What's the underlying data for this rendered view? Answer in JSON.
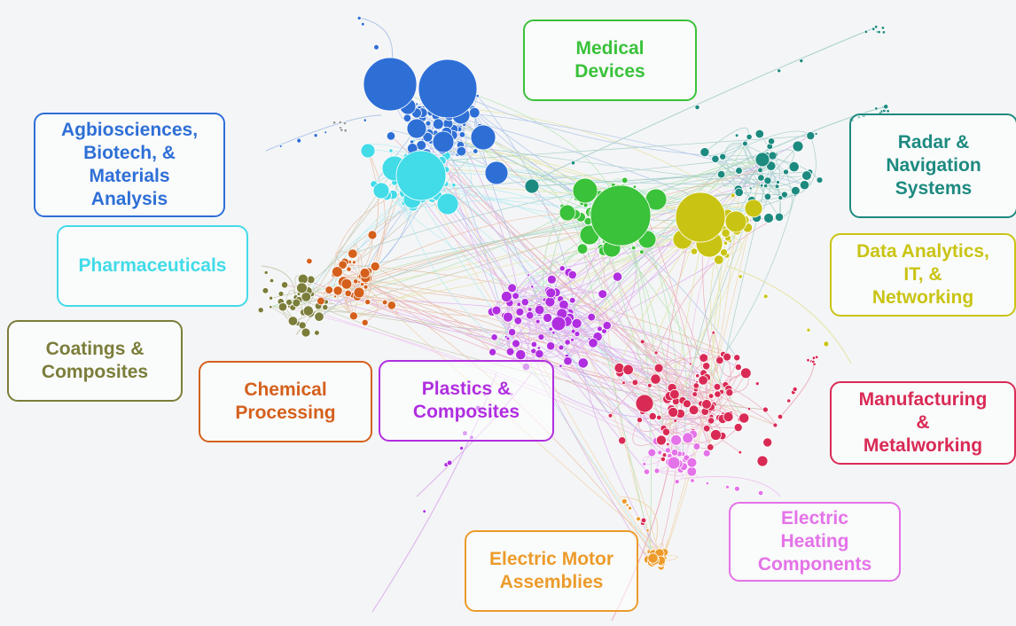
{
  "clusters": [
    {
      "id": "medical",
      "label": "Medical\nDevices",
      "color": "#3ac23a"
    },
    {
      "id": "agbio",
      "label": "Agbiosciences,\nBiotech, &\nMaterials\nAnalysis",
      "color": "#2e6fd6"
    },
    {
      "id": "radar",
      "label": "Radar &\nNavigation\nSystems",
      "color": "#1d8a80"
    },
    {
      "id": "pharma",
      "label": "Pharmaceuticals",
      "color": "#42dbe8"
    },
    {
      "id": "data",
      "label": "Data Analytics,\nIT, &\nNetworking",
      "color": "#c9c414"
    },
    {
      "id": "coatings",
      "label": "Coatings &\nComposites",
      "color": "#7b7d3a"
    },
    {
      "id": "chemical",
      "label": "Chemical\nProcessing",
      "color": "#d4601c"
    },
    {
      "id": "plastics",
      "label": "Plastics &\nComposites",
      "color": "#b02ee0"
    },
    {
      "id": "manuf",
      "label": "Manufacturing\n&\nMetalworking",
      "color": "#d92a55"
    },
    {
      "id": "heating",
      "label": "Electric\nHeating\nComponents",
      "color": "#e472e8"
    },
    {
      "id": "motor",
      "label": "Electric Motor\nAssemblies",
      "color": "#ec9b2a"
    }
  ]
}
